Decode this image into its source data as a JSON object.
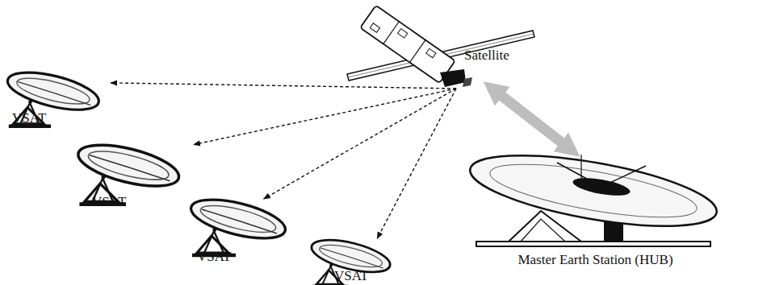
{
  "diagram": {
    "nodes": [
      {
        "text": [
          "Satellite"
        ]
      },
      {
        "text": [
          "VSAT"
        ]
      },
      {
        "text": [
          "VSAT"
        ]
      },
      {
        "text": [
          "VSAT"
        ]
      },
      {
        "text": [
          "VSAT"
        ]
      },
      {
        "text": [
          "Master Earth Station (HUB)"
        ]
      }
    ],
    "edges": [
      {
        "from": 0,
        "to": 1,
        "arrow": "to"
      },
      {
        "from": 0,
        "to": 2,
        "arrow": "to"
      },
      {
        "from": 0,
        "to": 3,
        "arrow": "to"
      },
      {
        "from": 0,
        "to": 4,
        "arrow": "to"
      },
      {
        "from": 0,
        "to": 5,
        "arrow": "both"
      }
    ]
  }
}
